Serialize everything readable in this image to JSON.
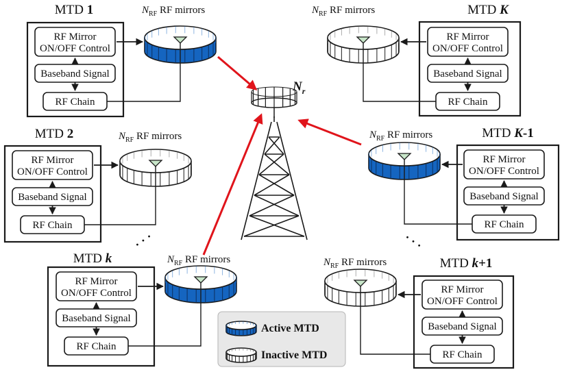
{
  "receiver_label": {
    "base": "N",
    "sub": "r"
  },
  "mirrors_label": {
    "base": "N",
    "sub": "RF",
    "text": " RF mirrors"
  },
  "blocks": {
    "control": [
      "RF Mirror",
      "ON/OFF Control"
    ],
    "baseband": "Baseband Signal",
    "chain": "RF Chain"
  },
  "mtds": [
    {
      "id": "mtd-1",
      "prefix": "MTD ",
      "index": "1",
      "italic": false,
      "state": "active"
    },
    {
      "id": "mtd-K",
      "prefix": "MTD ",
      "index": "K",
      "italic": true,
      "state": "inactive"
    },
    {
      "id": "mtd-2",
      "prefix": "MTD ",
      "index": "2",
      "italic": false,
      "state": "inactive"
    },
    {
      "id": "mtd-K-1",
      "prefix": "MTD ",
      "index": "K",
      "italic": true,
      "suffix": "-1",
      "state": "active"
    },
    {
      "id": "mtd-k",
      "prefix": "MTD ",
      "index": "k",
      "italic": true,
      "state": "active"
    },
    {
      "id": "mtd-k+1",
      "prefix": "MTD ",
      "index": "k",
      "italic": true,
      "suffix": "+1",
      "state": "inactive"
    }
  ],
  "ellipsis": "·  ·  ·",
  "legend": {
    "active": "Active MTD",
    "inactive": "Inactive MTD"
  },
  "colors": {
    "active": "#1565c0",
    "inactive": "#ffffff",
    "arrow": "#e0141b",
    "antenna": "#c8e6c9"
  }
}
